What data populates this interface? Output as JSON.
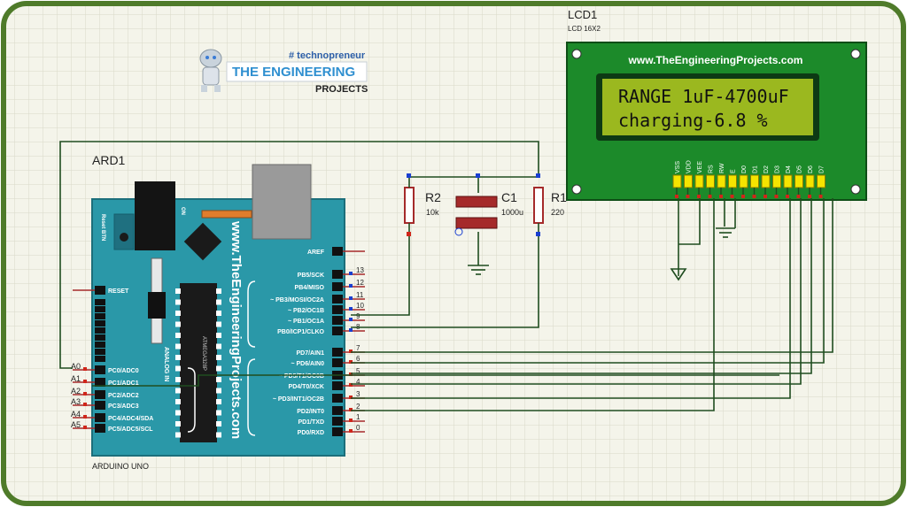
{
  "watermark": {
    "hashtag": "# technopreneur",
    "brand": "THE ENGINEERING",
    "sub": "PROJECTS"
  },
  "lcd": {
    "ref": "LCD1",
    "type": "LCD 16X2",
    "website": "www.TheEngineeringProjects.com",
    "line1": "RANGE 1uF-4700uF",
    "line2": "charging-6.8 %",
    "pins": [
      "VSS",
      "VDD",
      "VEE",
      "RS",
      "RW",
      "E",
      "D0",
      "D1",
      "D2",
      "D3",
      "D4",
      "D5",
      "D6",
      "D7"
    ]
  },
  "arduino": {
    "ref": "ARD1",
    "name": "ARDUINO UNO",
    "vertical_url": "www.TheEngineeringProjects.com",
    "reset_btn": "Reset BTN",
    "on": "ON",
    "analog_in": "ANALOG IN",
    "chip": "ATMEGA328P",
    "right_pins": [
      "AREF",
      "PB5/SCK",
      "PB4/MISO",
      "~ PB3/MOSI/OC2A",
      "~ PB2/OC1B",
      "~ PB1/OC1A",
      "PB0/ICP1/CLKO",
      "PD7/AIN1",
      "~ PD6/AIN0",
      "~ PD5/T1/OC0B",
      "PD4/T0/XCK",
      "~ PD3/INT1/OC2B",
      "PD2/INT0",
      "PD1/TXD",
      "PD0/RXD"
    ],
    "right_pin_nums": [
      "13",
      "12",
      "11",
      "10",
      "9",
      "8",
      "7",
      "6",
      "5",
      "4",
      "3",
      "2",
      "1",
      "0"
    ],
    "left_pins": [
      "RESET",
      "PC0/ADC0",
      "PC1/ADC1",
      "PC2/ADC2",
      "PC3/ADC3",
      "PC4/ADC4/SDA",
      "PC5/ADC5/SCL"
    ],
    "left_pin_labels": [
      "A0",
      "A1",
      "A2",
      "A3",
      "A4",
      "A5"
    ]
  },
  "components": {
    "r2": {
      "ref": "R2",
      "value": "10k"
    },
    "c1": {
      "ref": "C1",
      "value": "1000u"
    },
    "r1": {
      "ref": "R1",
      "value": "220"
    }
  },
  "colors": {
    "frame": "#4f7b2a",
    "grid_bg": "#f4f4ea",
    "grid_line": "#d9d9c8",
    "board": "#2a98a8",
    "lcd_body": "#1c8a2a",
    "lcd_screen": "#9bb81f",
    "wire": "#1f4d1f",
    "resistor": "#a52a2a"
  }
}
